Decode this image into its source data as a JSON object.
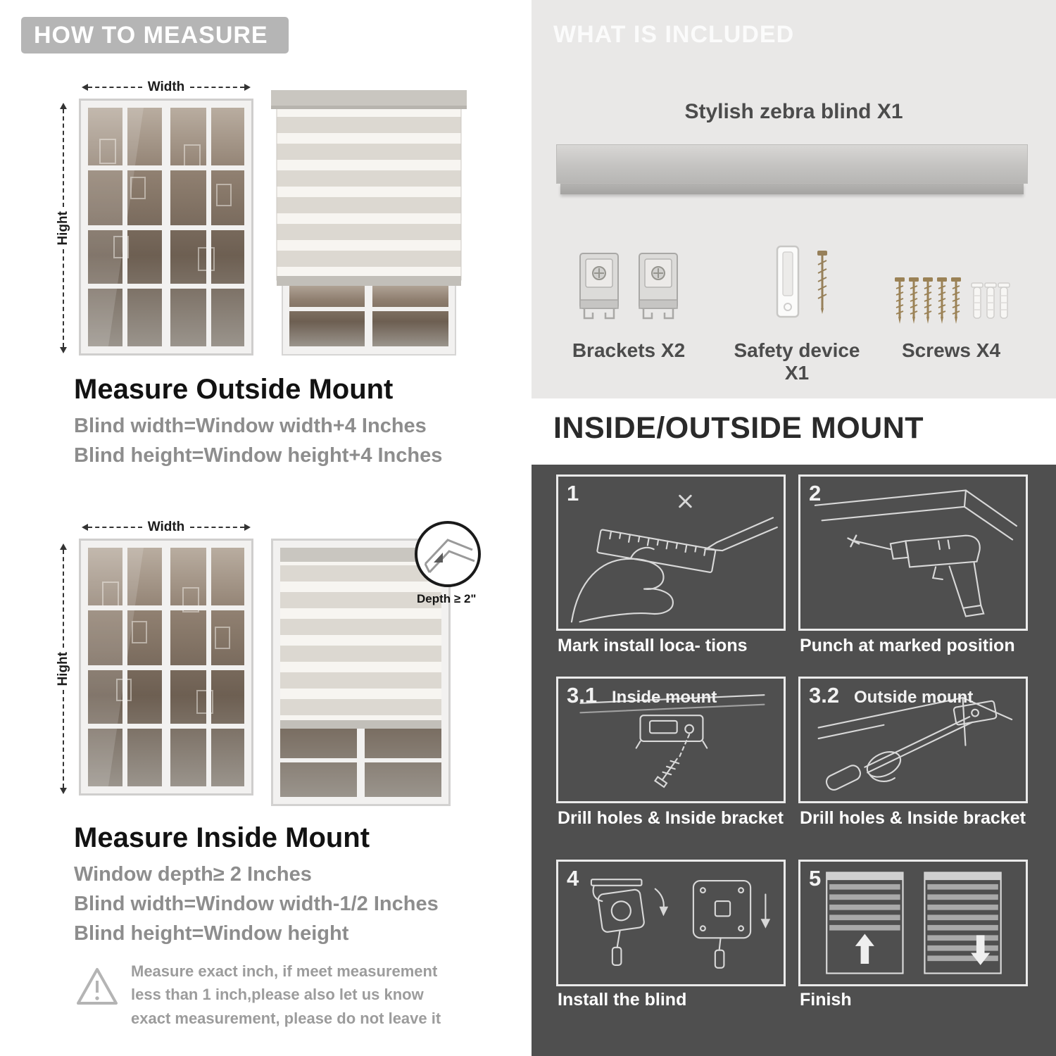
{
  "left": {
    "header": "HOW TO MEASURE",
    "width_label": "Width",
    "height_label": "Hight",
    "outside": {
      "title": "Measure Outside Mount",
      "lines": [
        "Blind width=Window width+4 Inches",
        "Blind height=Window height+4 Inches"
      ]
    },
    "inside": {
      "depth_callout": "Depth ≥ 2\"",
      "title": "Measure Inside Mount",
      "lines": [
        "Window depth≥ 2 Inches",
        "Blind width=Window width-1/2 Inches",
        "Blind height=Window height"
      ]
    },
    "note": "Measure exact inch, if meet measurement less than 1 inch,please also let us know exact measurement, please do not leave it"
  },
  "included": {
    "header": "WHAT IS INCLUDED",
    "blind_label": "Stylish zebra blind X1",
    "items": [
      {
        "label": "Brackets X2",
        "icon": "bracket-icon"
      },
      {
        "label": "Safety device X1",
        "icon": "safety-device-icon"
      },
      {
        "label": "Screws X4",
        "icon": "screws-icon"
      }
    ]
  },
  "mount": {
    "header": "INSIDE/OUTSIDE MOUNT",
    "steps": [
      {
        "num": "1",
        "label": "",
        "caption": "Mark install loca- tions"
      },
      {
        "num": "2",
        "label": "",
        "caption": "Punch at marked position"
      },
      {
        "num": "3.1",
        "label": "Inside mount",
        "caption": "Drill holes & Inside bracket"
      },
      {
        "num": "3.2",
        "label": "Outside mount",
        "caption": "Drill holes & Inside bracket"
      },
      {
        "num": "4",
        "label": "",
        "caption": "Install the blind"
      },
      {
        "num": "5",
        "label": "",
        "caption": "Finish"
      }
    ]
  },
  "colors": {
    "banner_gray": "#b5b5b5",
    "panel_light": "#e9e8e7",
    "panel_dark": "#4f4f4f",
    "muted_text": "#8d8d8d"
  }
}
